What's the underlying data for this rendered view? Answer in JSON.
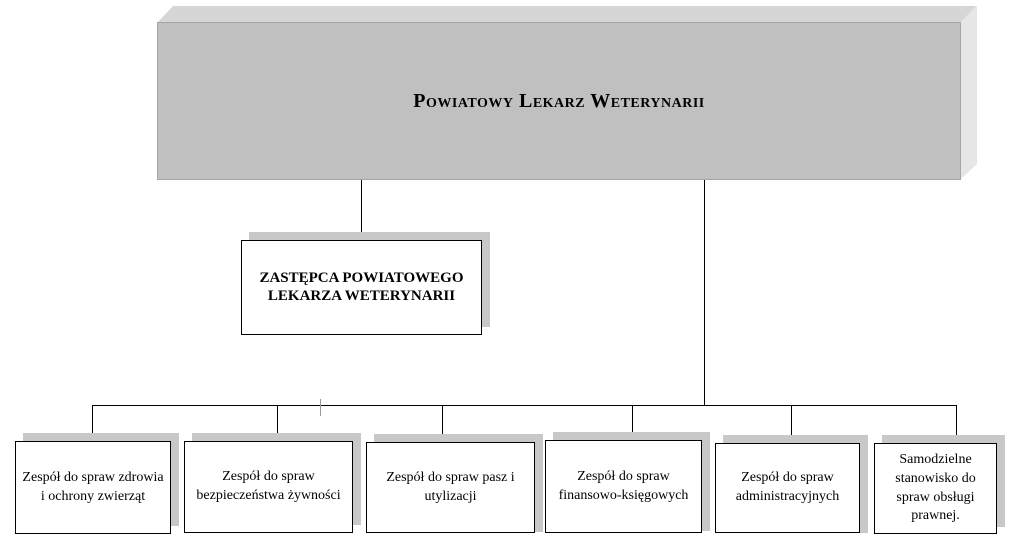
{
  "head": {
    "title": "Powiatowy Lekarz Weterynarii"
  },
  "deputy": {
    "label": "ZASTĘPCA POWIATOWEGO LEKARZA WETERYNARII"
  },
  "units": [
    {
      "label": "Zespół do spraw zdrowia i ochrony zwierząt"
    },
    {
      "label": "Zespół do spraw bezpieczeństwa żywności"
    },
    {
      "label": "Zespół do spraw pasz i utylizacji"
    },
    {
      "label": "Zespół do spraw finansowo-księgowych"
    },
    {
      "label": "Zespół do spraw administracyjnych"
    },
    {
      "label": "Samodzielne stanowisko do spraw obsługi prawnej."
    }
  ]
}
